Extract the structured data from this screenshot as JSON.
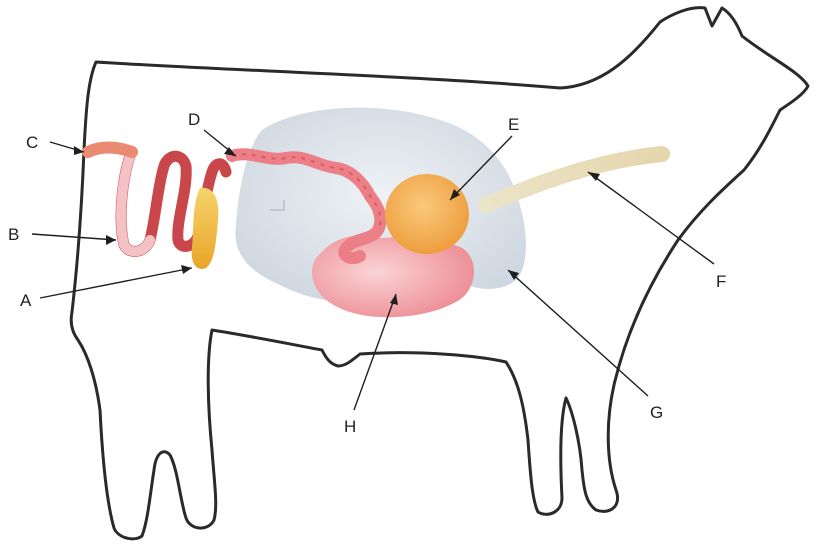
{
  "diagram": {
    "labels": {
      "a": "A",
      "b": "B",
      "c": "C",
      "d": "D",
      "e": "E",
      "f": "F",
      "g": "G",
      "h": "H"
    },
    "colors": {
      "outline": "#2a2a2a",
      "rumen": "#dfe5ec",
      "abomasum": "#f3a9ae",
      "omasum": "#f2ad52",
      "esophagus": "#e9dcb8",
      "small_intestine": "#e9727a",
      "large_intestine": "#c9474a",
      "cecum": "#f0b43a",
      "rectum": "#ea8a73"
    }
  }
}
